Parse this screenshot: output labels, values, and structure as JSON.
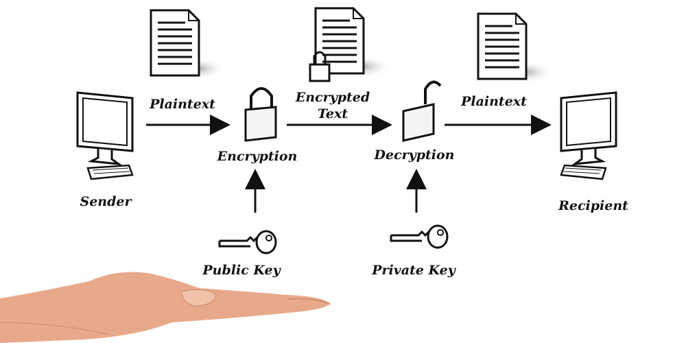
{
  "labels": {
    "sender": "Sender",
    "recipient": "Recipient",
    "plaintext_in": "Plaintext",
    "encrypted_text_line1": "Encrypted",
    "encrypted_text_line2": "Text",
    "plaintext_out": "Plaintext",
    "encryption": "Encryption",
    "decryption": "Decryption",
    "public_key": "Public Key",
    "private_key": "Private Key"
  },
  "colors": {
    "ink": "#111111",
    "skin": "#e8a98a",
    "shadow": "#bbbbbb"
  }
}
